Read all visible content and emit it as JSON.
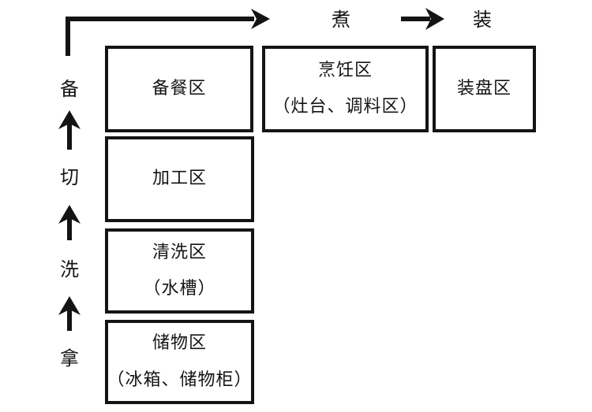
{
  "diagram": {
    "colors": {
      "background": "#ffffff",
      "line": "#141414"
    },
    "vertical_flow": {
      "steps": [
        {
          "label": "备"
        },
        {
          "label": "切"
        },
        {
          "label": "洗"
        },
        {
          "label": "拿"
        }
      ]
    },
    "horizontal_flow": {
      "steps": [
        {
          "label": "煮"
        },
        {
          "label": "装"
        }
      ]
    },
    "zones": [
      {
        "name": "备餐区",
        "sub": ""
      },
      {
        "name": "加工区",
        "sub": ""
      },
      {
        "name": "清洗区",
        "sub": "（水槽）"
      },
      {
        "name": "储物区",
        "sub": "（冰箱、储物柜）"
      },
      {
        "name": "烹饪区",
        "sub": "（灶台、调料区）"
      },
      {
        "name": "装盘区",
        "sub": ""
      }
    ],
    "icons": [
      "l-shaped-arrow-icon",
      "up-arrow-icon",
      "right-arrow-icon"
    ]
  }
}
